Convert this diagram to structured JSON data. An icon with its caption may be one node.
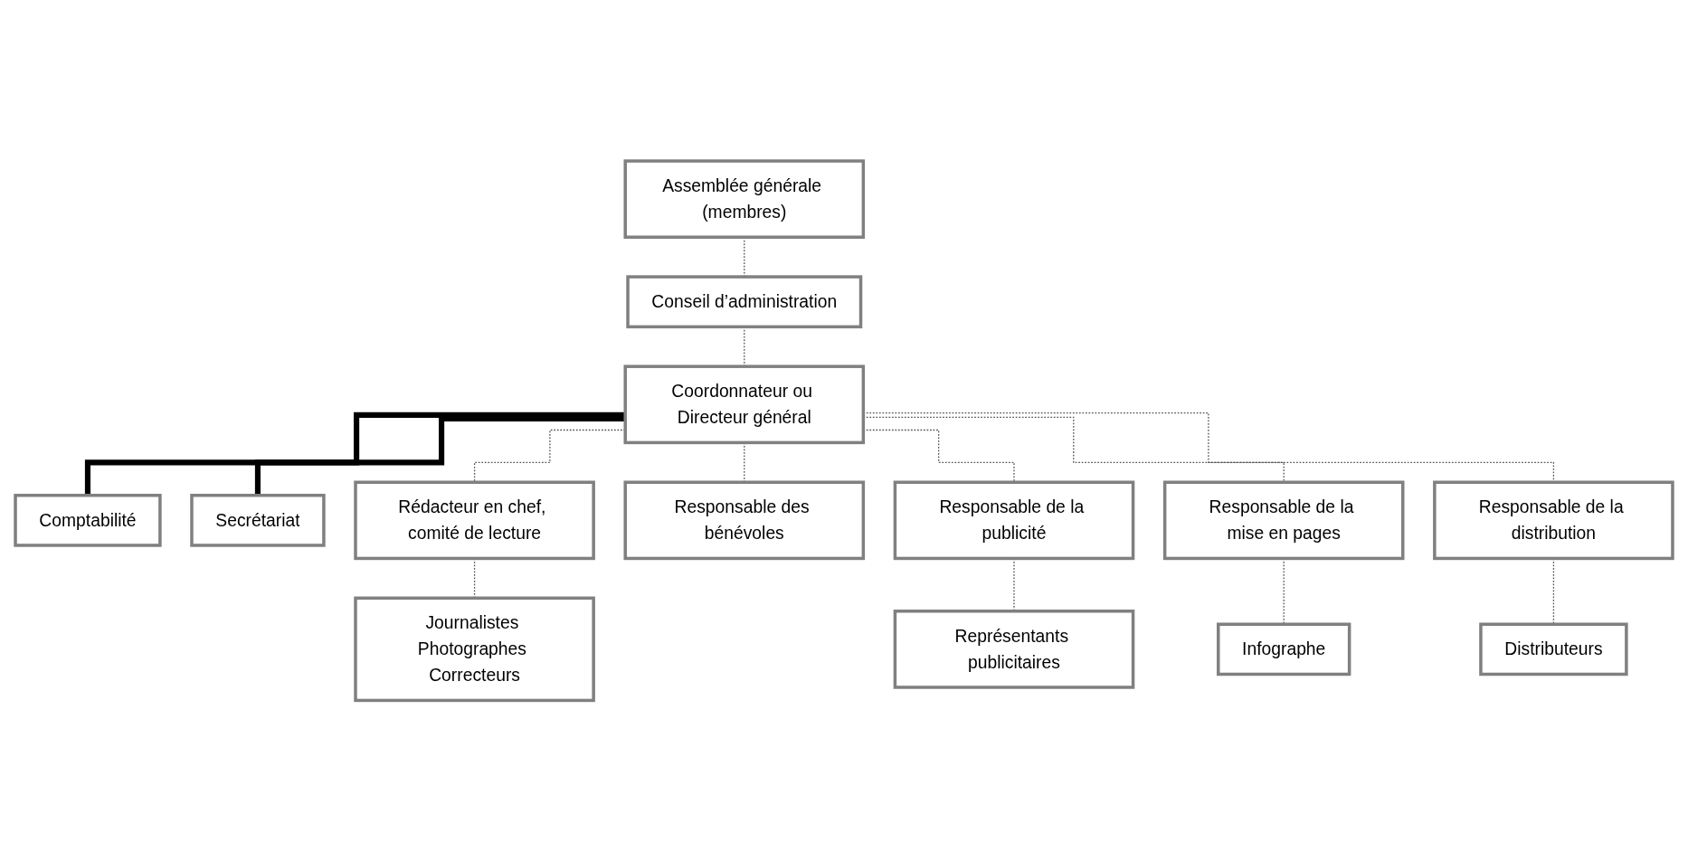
{
  "diagram": {
    "nodes": [
      {
        "text": [
          "Assemblée générale (membres)"
        ]
      },
      {
        "text": [
          "Conseil d’administration"
        ]
      },
      {
        "text": [
          "Comptabilité"
        ]
      },
      {
        "text": [
          "Coordonnateur ou Directeur général"
        ]
      },
      {
        "text": [
          "Secrétariat"
        ]
      },
      {
        "text": [
          "Rédacteur en chef, comité de lecture"
        ]
      },
      {
        "text": [
          "Responsable des bénévoles"
        ]
      },
      {
        "text": [
          "Responsable de la publicité"
        ]
      },
      {
        "text": [
          "Responsable de la mise en pages"
        ]
      },
      {
        "text": [
          "Responsable de la distribution"
        ]
      },
      {
        "text": [
          "Journalistes Photographes Correcteurs"
        ]
      },
      {
        "text": [
          "Représentants publicitaires"
        ]
      },
      {
        "text": [
          "Infographe"
        ]
      },
      {
        "text": [
          "Distributeurs"
        ]
      }
    ],
    "edges": [
      {
        "from": 0,
        "to": 1,
        "arrow": "none",
        "style": "dashed"
      },
      {
        "from": 1,
        "to": 3,
        "arrow": "none",
        "style": "dashed"
      },
      {
        "from": 3,
        "to": 2,
        "arrow": "none",
        "style": "thick",
        "color": "#000000"
      },
      {
        "from": 3,
        "to": 4,
        "arrow": "none",
        "style": "thick",
        "color": "#000000"
      },
      {
        "from": 3,
        "to": 5,
        "arrow": "none",
        "style": "dashed"
      },
      {
        "from": 3,
        "to": 6,
        "arrow": "none",
        "style": "dashed"
      },
      {
        "from": 3,
        "to": 7,
        "arrow": "none",
        "style": "dashed"
      },
      {
        "from": 3,
        "to": 8,
        "arrow": "none",
        "style": "dashed"
      },
      {
        "from": 3,
        "to": 9,
        "arrow": "none",
        "style": "dashed"
      },
      {
        "from": 5,
        "to": 10,
        "arrow": "none",
        "style": "dashed"
      },
      {
        "from": 7,
        "to": 11,
        "arrow": "none",
        "style": "dashed"
      },
      {
        "from": 8,
        "to": 12,
        "arrow": "none",
        "style": "dashed"
      },
      {
        "from": 9,
        "to": 13,
        "arrow": "none",
        "style": "dashed"
      }
    ]
  }
}
